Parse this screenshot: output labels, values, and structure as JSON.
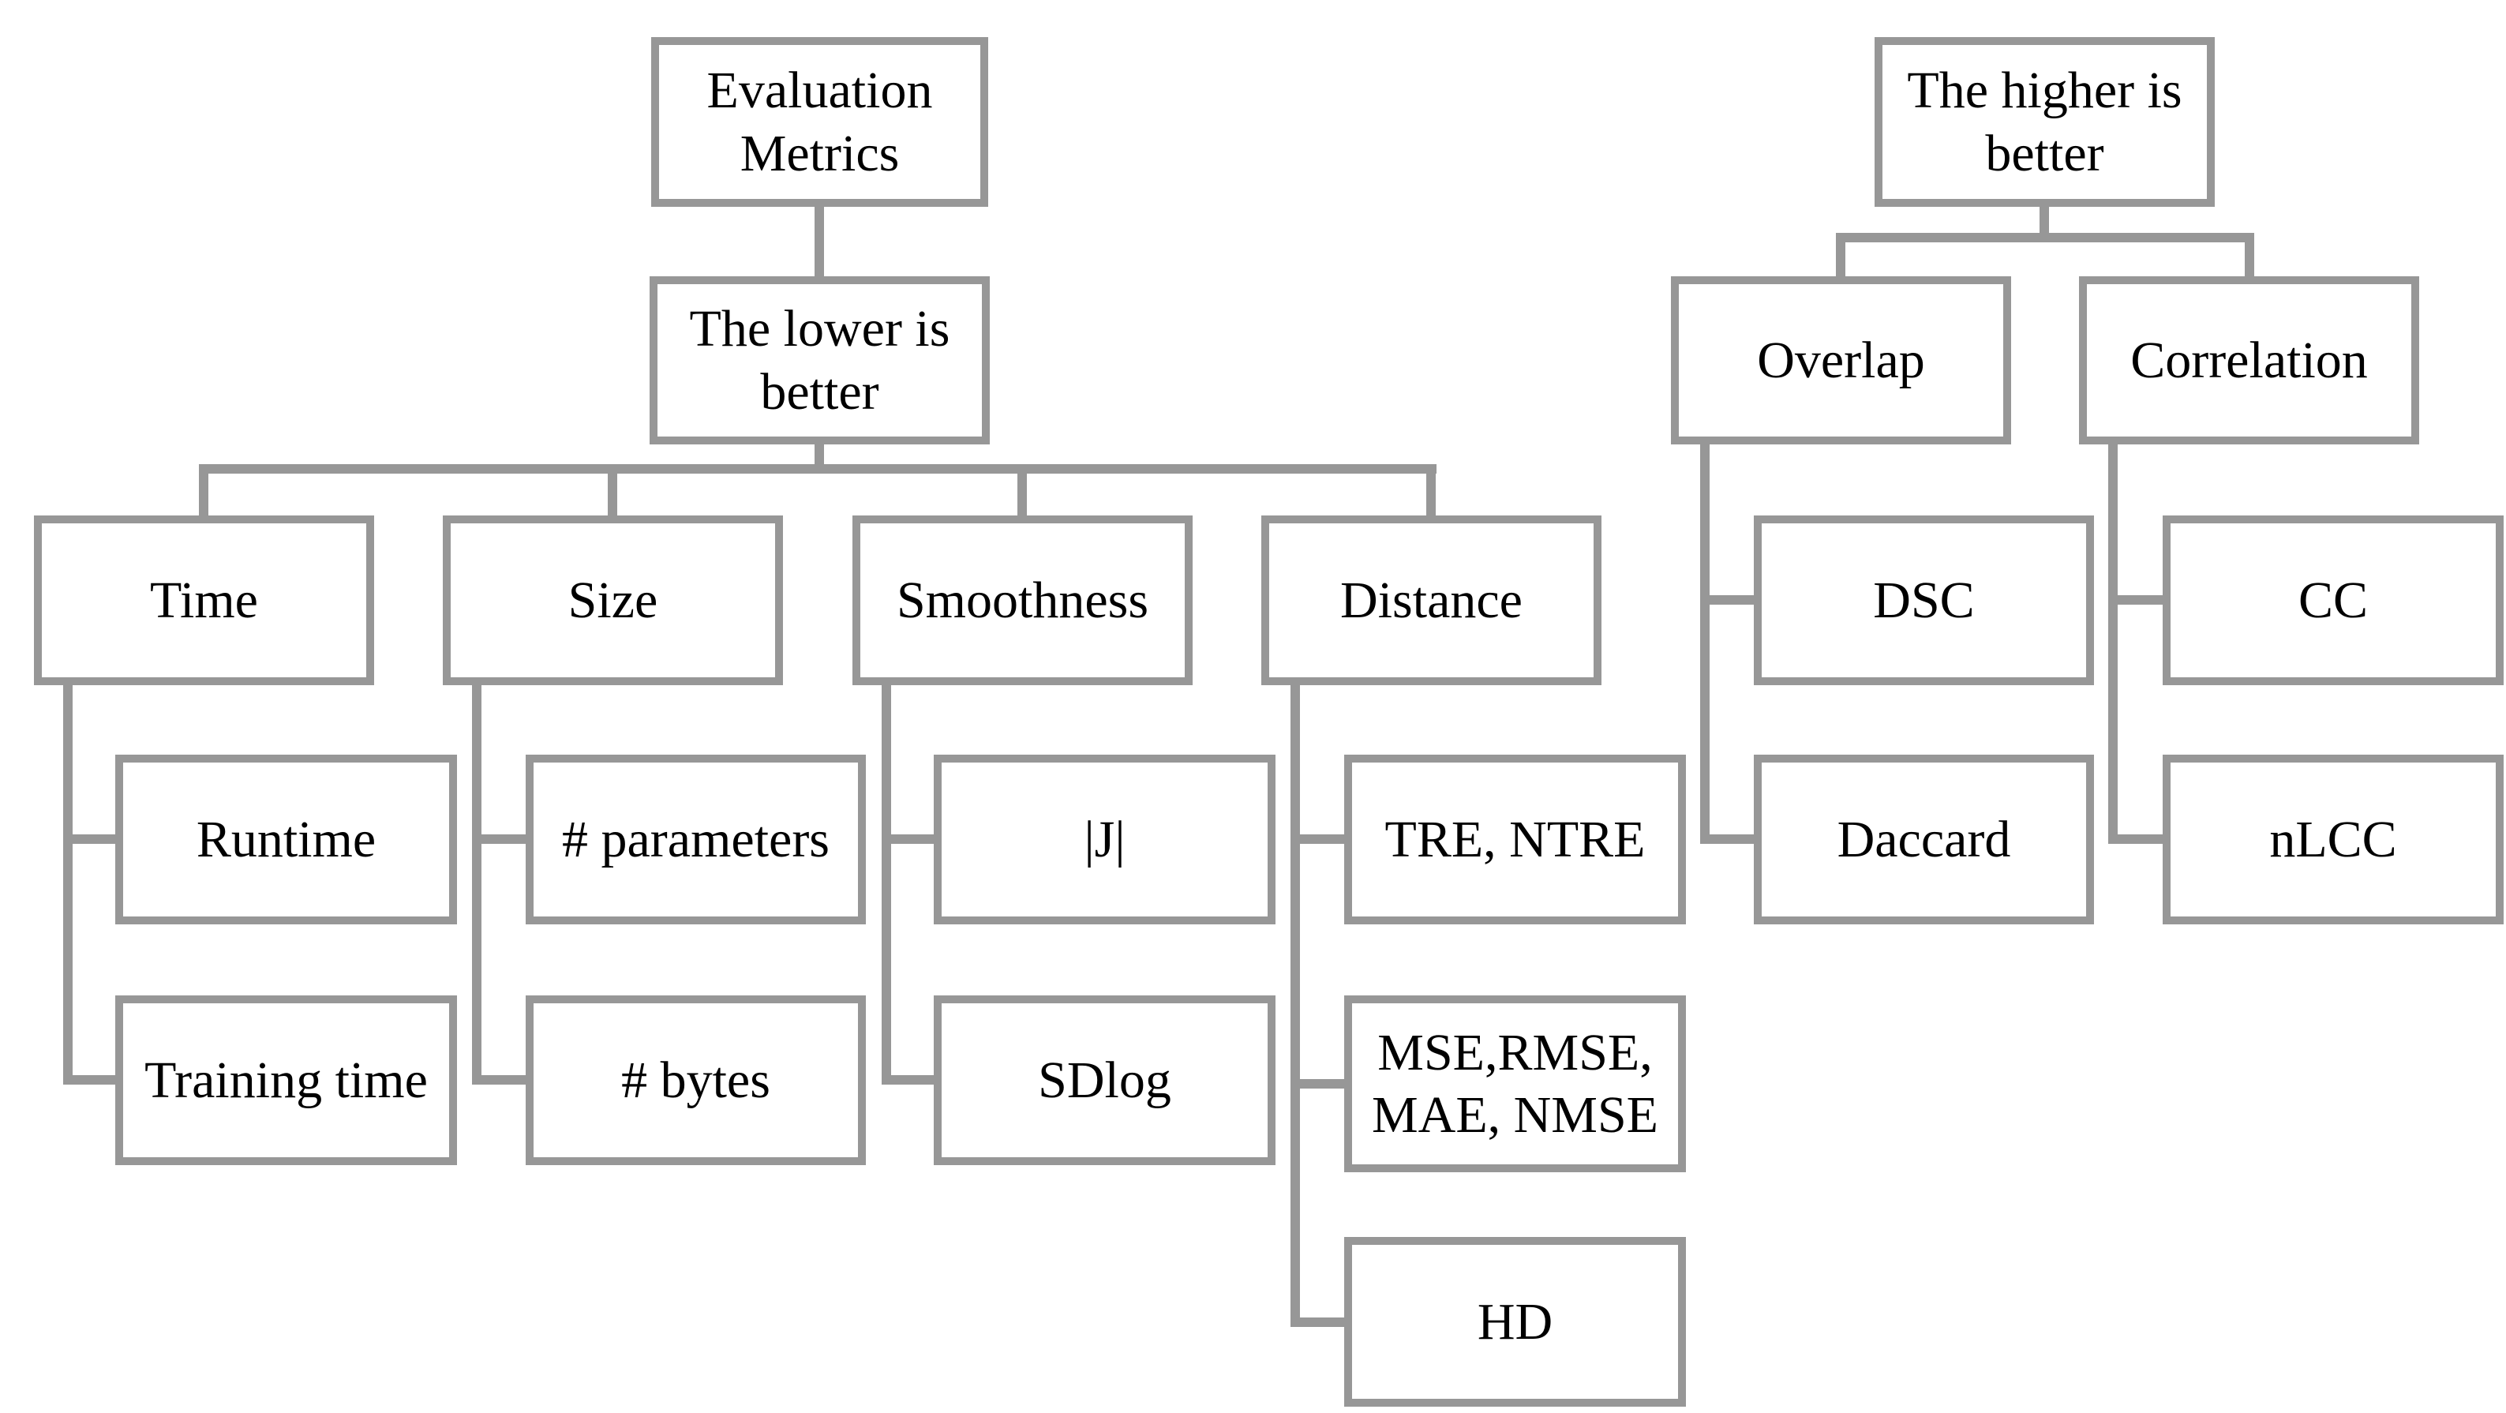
{
  "colors": {
    "background": "#ffffff",
    "box_border": "#979797",
    "connector": "#979797",
    "text": "#000000"
  },
  "left_tree": {
    "root_label": "Evaluation Metrics",
    "rule_label": "The lower is better",
    "categories": [
      {
        "label": "Time",
        "children": [
          {
            "label": "Runtime"
          },
          {
            "label": "Training time"
          }
        ]
      },
      {
        "label": "Size",
        "children": [
          {
            "label": "# parameters"
          },
          {
            "label": "# bytes"
          }
        ]
      },
      {
        "label": "Smoothness",
        "children": [
          {
            "label": "|J|"
          },
          {
            "label": "SDlog"
          }
        ]
      },
      {
        "label": "Distance",
        "children": [
          {
            "label": "TRE, NTRE"
          },
          {
            "label": "MSE,RMSE, MAE, NMSE"
          },
          {
            "label": "HD"
          }
        ]
      }
    ]
  },
  "right_tree": {
    "root_label": "The higher is better",
    "categories": [
      {
        "label": "Overlap",
        "children": [
          {
            "label": "DSC"
          },
          {
            "label": "Daccard"
          }
        ]
      },
      {
        "label": "Correlation",
        "children": [
          {
            "label": "CC"
          },
          {
            "label": "nLCC"
          }
        ]
      }
    ]
  }
}
